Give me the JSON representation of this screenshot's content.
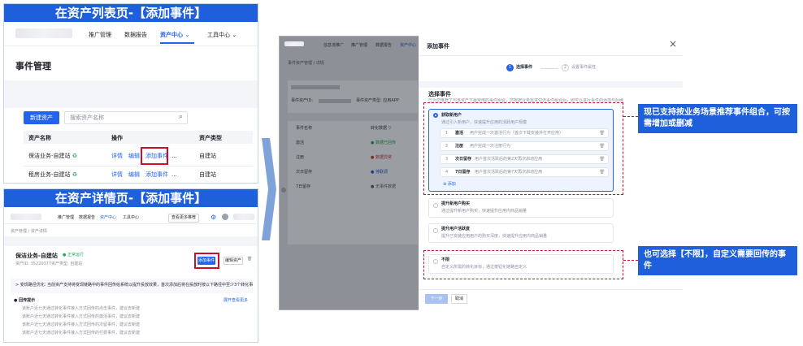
{
  "panel_list": {
    "banner": "在资产列表页-【添加事件】",
    "nav": [
      "推广管理",
      "数据报告",
      "资产中心",
      "工具中心"
    ],
    "title": "事件管理",
    "new_button": "新建资产",
    "search_placeholder": "搜索资产名称",
    "headers": [
      "资产名称",
      "操作",
      "资产类型"
    ],
    "rows": [
      {
        "name": "保洁业务-自建站",
        "ops": [
          "详情",
          "编辑",
          "添加事件",
          "..."
        ],
        "type": "自建站"
      },
      {
        "name": "租房业务-自建站",
        "ops": [
          "详情",
          "编辑",
          "添加事件",
          "..."
        ],
        "type": "自建站"
      }
    ]
  },
  "panel_detail": {
    "banner": "在资产详情页-【添加事件】",
    "nav": [
      "推广管理",
      "数据报告",
      "资产中心",
      "工具中心"
    ],
    "header_chip": "查看更多推荐",
    "breadcrumb": "资产管理 / 资产详情",
    "asset_name": "保洁业务-自建站",
    "asset_status": "● 正常运行",
    "asset_id": "资产ID: 35220377",
    "asset_type": "资产类型: 自建站",
    "add_event_button": "添加事件",
    "edit_button": "编辑资产",
    "notice": "> 变现路径优化: 当前资产支持将变现链路中的事件回传给系统以提升投放效果，首次添加后将在投放时按以下路径中至少3个转化事件来自用户回传",
    "hint_title": "● 回传提示",
    "hint_link": "展开查看更多",
    "hint_lines": [
      "该账户近七天通过转化事件接入方式回传的点击事件，建议去新建",
      "该账户近七天通过转化事件接入方式回传的激活事件，建议去新建",
      "该账户近七天通过转化事件接入方式回传的次留事件，建议去新建",
      "该账户近七天通过转化事件接入方式回传的付费事件，建议去新建"
    ]
  },
  "background_page": {
    "nav": [
      "信息流推广",
      "推广管理",
      "数据报告",
      "资产中心"
    ],
    "breadcrumb": "事件资产管理 / 详情",
    "asset_id_label": "事件资产ID:",
    "asset_type_label": "事件资产类型: 应用APP",
    "table_headers": [
      "事件名称",
      "转化数据 ▽"
    ],
    "table_rows": [
      {
        "name": "激活",
        "status": "● 数据已回传"
      },
      {
        "name": "注册",
        "status": "● 数据异常"
      },
      {
        "name": "次日留存",
        "status": "● 待联调"
      },
      {
        "name": "7日留存",
        "status": "● 无事件数据"
      }
    ]
  },
  "drawer": {
    "title": "添加事件",
    "close": "×",
    "steps": [
      {
        "num": "1",
        "label": "选择事件"
      },
      {
        "num": "2",
        "label": "设置事件属性"
      }
    ],
    "section_title": "选择事件",
    "section_desc": "已为您推荐了与该资产下最常用的事件组合，您根据业务需求勾选事件组合后，即可以进行事件的添加与后续操作",
    "options": [
      {
        "title": "获取新用户",
        "desc": "通过引入新用户，快速提升应用的活跃用户规模",
        "link": "⊕ 添加",
        "events": [
          {
            "num": "1",
            "name": "激活",
            "desc": "用户完成一次激活行为（首次下载安装并打开应用）"
          },
          {
            "num": "2",
            "name": "注册",
            "desc": "用户完成一次注册行为"
          },
          {
            "num": "3",
            "name": "次日留存",
            "desc": "用户首次活跃后的第2天再次启动应用"
          },
          {
            "num": "4",
            "name": "7日留存",
            "desc": "用户首次活跃后的第7天再次启动应用"
          }
        ]
      },
      {
        "title": "提升新用户购买",
        "desc": "通过提升新用户购买，快速提升应用内商品销量"
      },
      {
        "title": "提升用户活跃度",
        "desc": "提升已安装应用用户的购买深度，快速提升应用内商品销量"
      },
      {
        "title": "不限",
        "desc": "自定义所需的转化目标，通过按钮化链路自定义"
      }
    ],
    "confirm": "下一步",
    "cancel": "取消"
  },
  "callouts": {
    "top": "现已支持按业务场景推荐事件组合，可按需增加或删减",
    "bottom": "也可选择【不限】，自定义需要回传的事件"
  },
  "colors": {
    "brand_blue": "#1e5fdc",
    "highlight_red": "#c8102e",
    "link_blue": "#2463eb"
  }
}
